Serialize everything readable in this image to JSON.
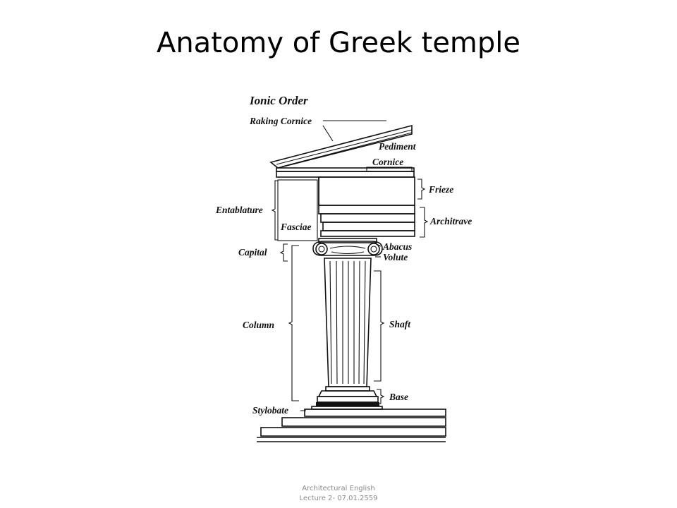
{
  "title": "Anatomy of Greek temple",
  "diagram": {
    "heading": "Ionic Order",
    "labels": {
      "raking_cornice": "Raking Cornice",
      "pediment": "Pediment",
      "cornice": "Cornice",
      "frieze": "Frieze",
      "entablature": "Entablature",
      "architrave": "Architrave",
      "fasciae": "Fasciae",
      "capital": "Capital",
      "abacus": "Abacus",
      "volute": "Volute",
      "column": "Column",
      "shaft": "Shaft",
      "base": "Base",
      "stylobate": "Stylobate"
    }
  },
  "footer": {
    "line1": "Architectural English",
    "line2": "Lecture 2- 07.01.2559"
  }
}
